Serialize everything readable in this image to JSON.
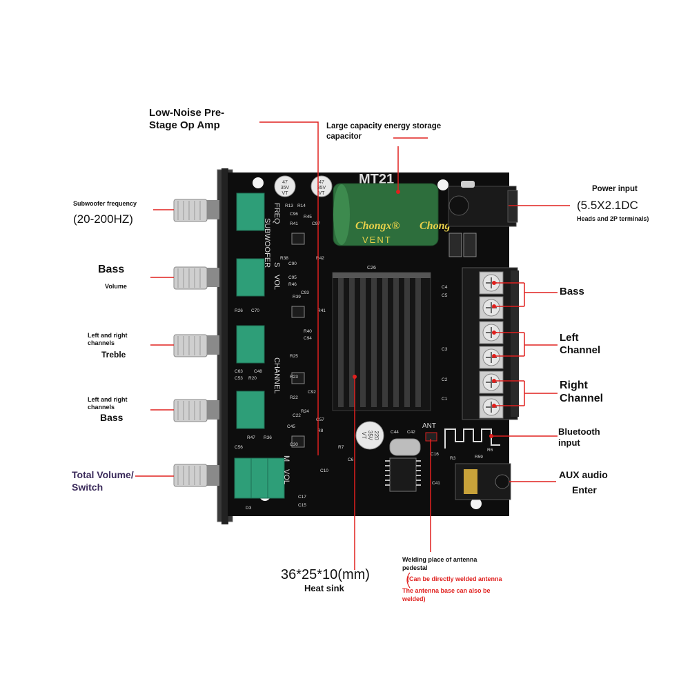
{
  "board": {
    "model": "MT21",
    "capacitor_brand": "Chongx®",
    "capacitor_brand_partial": "Chong",
    "capacitor_series": "VENT",
    "small_cap_value": "47",
    "small_cap_voltage": "35V",
    "small_cap_mark": "VT",
    "big_cap_value": "220",
    "big_cap_voltage": "35V",
    "big_cap_mark": "VT",
    "silk_freq": "FREQ",
    "silk_subwoofer": "SUBWOOFER",
    "silk_s": "S",
    "silk_vol": "VOL",
    "silk_channel": "CHANNEL",
    "silk_m": "M",
    "silk_vol2": "VOL",
    "silk_ant": "ANT",
    "silk_c26": "C26",
    "silk_refs": [
      "R13",
      "R14",
      "C96",
      "R41",
      "C97",
      "R45",
      "R38",
      "R42",
      "C90",
      "C95",
      "R46",
      "C93",
      "R39",
      "R41",
      "R40",
      "C94",
      "R25",
      "R23",
      "C92",
      "R22",
      "R24",
      "C22",
      "C57",
      "R36",
      "R8",
      "C30",
      "C45",
      "R26",
      "C70",
      "C63",
      "C48",
      "C53",
      "R20",
      "C56",
      "R47",
      "R7",
      "C6",
      "C10",
      "C17",
      "C15",
      "D3",
      "C44",
      "C42",
      "C16",
      "C41",
      "R3",
      "R6",
      "R59",
      "C4",
      "C5",
      "C3",
      "C2",
      "C1"
    ]
  },
  "labels": {
    "opamp": "Low-Noise Pre-\nStage Op Amp",
    "capacitor": "Large capacity energy storage\ncapacitor",
    "power_title": "Power input",
    "power_spec": "(5.5X2.1DC",
    "power_note": "Heads and 2P terminals)",
    "sub_freq_title": "Subwoofer frequency",
    "sub_freq_range": "(20-200HZ)",
    "bass_title": "Bass",
    "bass_sub": "Volume",
    "treble_sub": "Left and right\nchannels",
    "treble_title": "Treble",
    "lrbass_sub": "Left and right\nchannels",
    "lrbass_title": "Bass",
    "total_volume": "Total Volume/\nSwitch",
    "out_bass": "Bass",
    "out_left": "Left\nChannel",
    "out_right": "Right\nChannel",
    "bluetooth": "Bluetooth\ninput",
    "aux_title": "AUX audio",
    "aux_sub": "Enter",
    "heatsink_dim": "36*25*10(mm)",
    "heatsink_title": "Heat sink",
    "antenna_title": "Welding place of antenna\npedestal",
    "antenna_note1": "(Can be directly welded antenna",
    "antenna_note2": "The antenna base can also be\nwelded)"
  },
  "colors": {
    "pointer": "#e0201e",
    "pcb": "#0d0d0d",
    "silk": "#dcdcdc",
    "knob_cap": "#2e9e78",
    "cap_body": "#2d6e3c",
    "cap_text": "#e8d04a",
    "terminal": "#1a1a1a",
    "label_text": "#111111",
    "total_volume_text": "#3a2a5a"
  }
}
